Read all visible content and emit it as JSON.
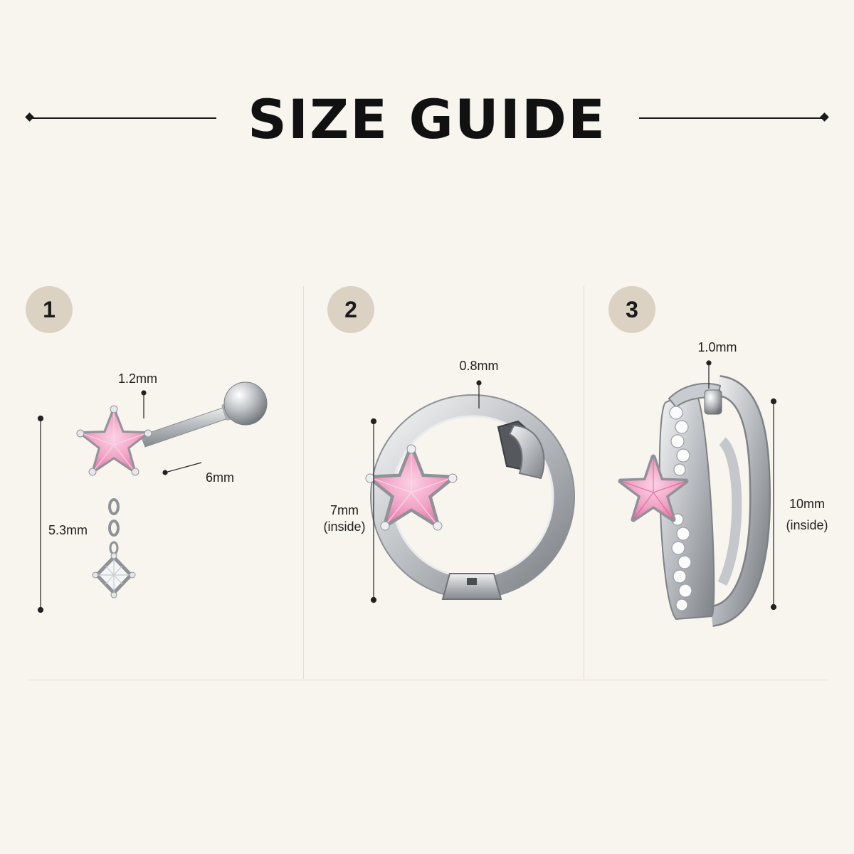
{
  "header": {
    "title": "SIZE GUIDE"
  },
  "colors": {
    "background": "#f8f5ee",
    "badge": "#dbd2c4",
    "stone_pink": "#f2a7c9",
    "metal_silver": "#c9cbce"
  },
  "items": [
    {
      "number": "1",
      "thickness": "1.2mm",
      "length": "6mm",
      "height": "5.3mm",
      "icon": "star-barbell-dangle-earring-icon"
    },
    {
      "number": "2",
      "thickness": "0.8mm",
      "diameter": "7mm",
      "diameter_note": "(inside)",
      "icon": "star-huggie-hoop-earring-icon"
    },
    {
      "number": "3",
      "thickness": "1.0mm",
      "diameter": "10mm",
      "diameter_note": "(inside)",
      "icon": "star-pave-hoop-earring-icon"
    }
  ]
}
